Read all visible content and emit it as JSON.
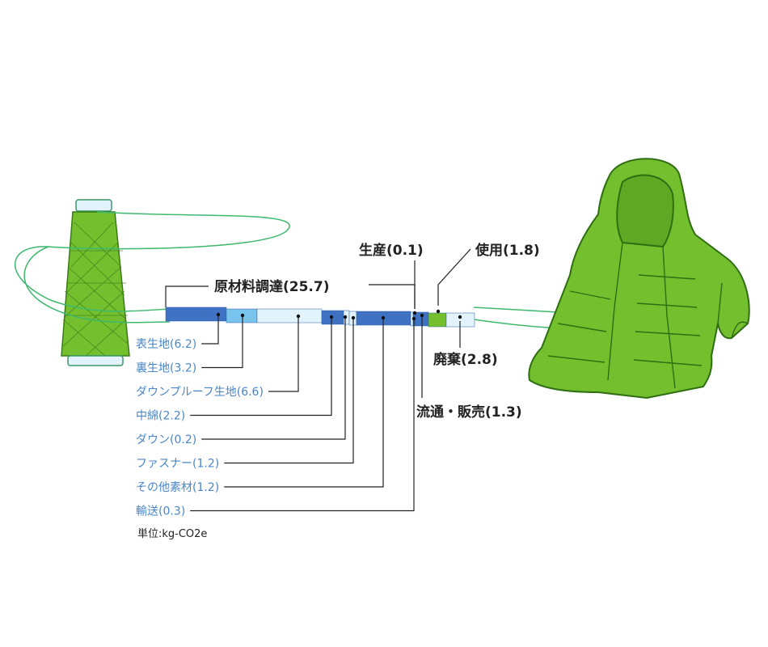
{
  "colors": {
    "dark_blue": "#3f72c2",
    "light_blue": "#78c4ec",
    "pale_blue": "#e3f3fb",
    "green": "#74bf2e",
    "green_dark": "#3a7a18",
    "label_blue": "#4a86c8"
  },
  "icons": {
    "left": "yarn-cone-icon",
    "right": "down-jacket-icon"
  },
  "group": {
    "label": "原材料調達(25.7)"
  },
  "sub_items": [
    {
      "key": "omote",
      "label": "表生地(6.2)",
      "value": 6.2,
      "color": "dark_blue"
    },
    {
      "key": "ura",
      "label": "裏生地(3.2)",
      "value": 3.2,
      "color": "light_blue"
    },
    {
      "key": "downproof",
      "label": "ダウンプルーフ生地(6.6)",
      "value": 6.6,
      "color": "pale_blue"
    },
    {
      "key": "nakawata",
      "label": "中綿(2.2)",
      "value": 2.2,
      "color": "dark_blue"
    },
    {
      "key": "down",
      "label": "ダウン(0.2)",
      "value": 0.2,
      "color": "pale_blue"
    },
    {
      "key": "fastener",
      "label": "ファスナー(1.2)",
      "value": 1.2,
      "color": "pale_blue"
    },
    {
      "key": "other",
      "label": "その他素材(1.2)",
      "value": 1.2,
      "color": "dark_blue"
    },
    {
      "key": "transport",
      "label": "輸送(0.3)",
      "value": 0.3,
      "color": "pale_blue"
    }
  ],
  "stages": [
    {
      "key": "production",
      "label": "生産(0.1)",
      "value": 0.1,
      "color": "dark_blue"
    },
    {
      "key": "distribution",
      "label": "流通・販売(1.3)",
      "value": 1.3,
      "color": "dark_blue"
    },
    {
      "key": "use",
      "label": "使用(1.8)",
      "value": 1.8,
      "color": "green"
    },
    {
      "key": "disposal",
      "label": "廃棄(2.8)",
      "value": 2.8,
      "color": "pale_blue"
    }
  ],
  "unit": "単位:kg-CO2e"
}
